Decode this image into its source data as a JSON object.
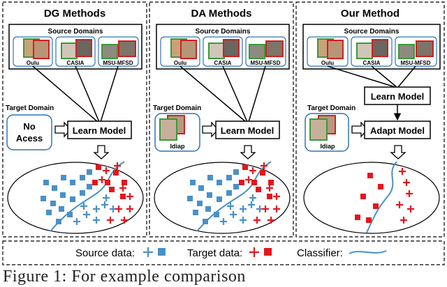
{
  "panels": [
    {
      "title": "DG Methods",
      "source_label": "Source Domains",
      "domains": [
        "Oulu",
        "CASIA",
        "MSU-MFSD"
      ],
      "target_label": "Target Domain",
      "target_box": "No Acess",
      "model_label": "Learn Model"
    },
    {
      "title": "DA Methods",
      "source_label": "Source Domains",
      "domains": [
        "Oulu",
        "CASIA",
        "MSU-MFSD"
      ],
      "target_label": "Target Domain",
      "target_box": "Idiap",
      "model_label": "Learn Model"
    },
    {
      "title": "Our Method",
      "source_label": "Source Domains",
      "domains": [
        "Oulu",
        "CASIA",
        "MSU-MFSD"
      ],
      "target_label": "Target Domain",
      "target_box": "Idiap",
      "model_label": "Learn Model",
      "adapt_label": "Adapt Model"
    }
  ],
  "legend": {
    "source": "Source data:",
    "target": "Target data:",
    "classifier": "Classifier:"
  },
  "caption": "Figure 1:  For  example  comparison",
  "colors": {
    "source": "#4a90c8",
    "target": "#e3161d",
    "border": "#000000",
    "domain_border": "#2e75b6"
  }
}
